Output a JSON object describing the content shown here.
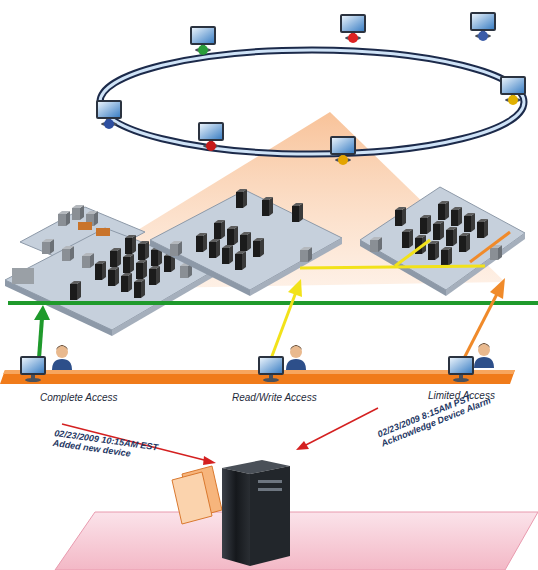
{
  "diagram": {
    "labels": [
      "Complete Access",
      "Read/Write Access",
      "Limited Access",
      "02/23/2009 10:15AM EST Added new device",
      "02/23/2009 8:15AM PST Acknowledge Device Alarm"
    ]
  }
}
